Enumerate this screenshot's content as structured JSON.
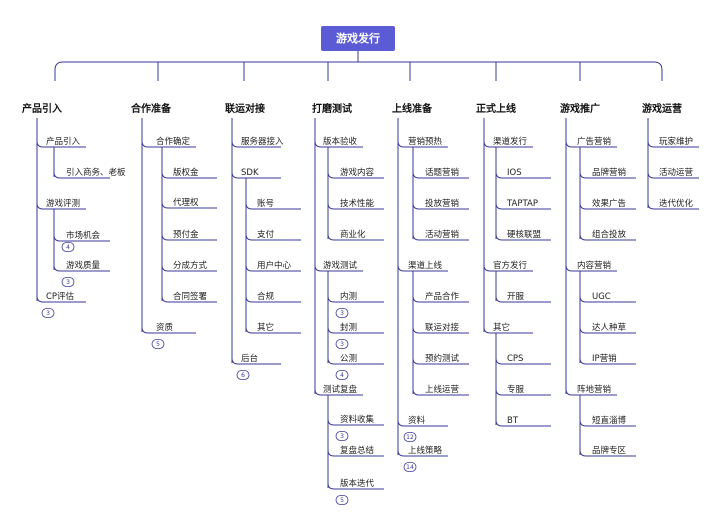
{
  "root": "游戏发行",
  "branches": [
    {
      "label": "产品引入",
      "items": [
        {
          "label": "产品引入",
          "children": [
            {
              "label": "引入商务、老板"
            }
          ]
        },
        {
          "label": "游戏评测",
          "children": [
            {
              "label": "市场机会",
              "badge": "4"
            },
            {
              "label": "游戏质量",
              "badge": "3"
            }
          ]
        },
        {
          "label": "CP评估",
          "badge": "3"
        }
      ]
    },
    {
      "label": "合作准备",
      "items": [
        {
          "label": "合作确定",
          "children": [
            {
              "label": "版权金"
            },
            {
              "label": "代理权"
            },
            {
              "label": "预付金"
            },
            {
              "label": "分成方式"
            },
            {
              "label": "合同签署"
            }
          ]
        },
        {
          "label": "资质",
          "badge": "5"
        }
      ]
    },
    {
      "label": "联运对接",
      "items": [
        {
          "label": "服务器接入"
        },
        {
          "label": "SDK",
          "children": [
            {
              "label": "账号"
            },
            {
              "label": "支付"
            },
            {
              "label": "用户中心"
            },
            {
              "label": "合规"
            },
            {
              "label": "其它"
            }
          ]
        },
        {
          "label": "后台",
          "badge": "6"
        }
      ]
    },
    {
      "label": "打磨测试",
      "items": [
        {
          "label": "版本验收",
          "children": [
            {
              "label": "游戏内容"
            },
            {
              "label": "技术性能"
            },
            {
              "label": "商业化"
            }
          ]
        },
        {
          "label": "游戏测试",
          "children": [
            {
              "label": "内测",
              "badge": "3"
            },
            {
              "label": "封测",
              "badge": "3"
            },
            {
              "label": "公测",
              "badge": "4"
            }
          ]
        },
        {
          "label": "测试复盘",
          "children": [
            {
              "label": "资料收集",
              "badge": "3"
            },
            {
              "label": "复盘总结"
            },
            {
              "label": "版本迭代",
              "badge": "5"
            }
          ]
        }
      ]
    },
    {
      "label": "上线准备",
      "items": [
        {
          "label": "营销预热",
          "children": [
            {
              "label": "话题营销"
            },
            {
              "label": "投放营销"
            },
            {
              "label": "活动营销"
            }
          ]
        },
        {
          "label": "渠道上线",
          "children": [
            {
              "label": "产品合作"
            },
            {
              "label": "联运对接"
            },
            {
              "label": "预约测试"
            },
            {
              "label": "上线运营"
            }
          ]
        },
        {
          "label": "资料",
          "badge": "12"
        },
        {
          "label": "上线策略",
          "badge": "14"
        }
      ]
    },
    {
      "label": "正式上线",
      "items": [
        {
          "label": "渠道发行",
          "children": [
            {
              "label": "IOS"
            },
            {
              "label": "TAPTAP"
            },
            {
              "label": "硬核联盟"
            }
          ]
        },
        {
          "label": "官方发行",
          "children": [
            {
              "label": "开服"
            }
          ]
        },
        {
          "label": "其它",
          "children": [
            {
              "label": "CPS"
            },
            {
              "label": "专服"
            },
            {
              "label": "BT"
            }
          ]
        }
      ]
    },
    {
      "label": "游戏推广",
      "items": [
        {
          "label": "广告营销",
          "children": [
            {
              "label": "品牌营销"
            },
            {
              "label": "效果广告"
            },
            {
              "label": "组合投放"
            }
          ]
        },
        {
          "label": "内容营销",
          "children": [
            {
              "label": "UGC"
            },
            {
              "label": "达人种草"
            },
            {
              "label": "IP营销"
            }
          ]
        },
        {
          "label": "阵地营销",
          "children": [
            {
              "label": "短直淄博"
            },
            {
              "label": "品牌专区"
            }
          ]
        }
      ]
    },
    {
      "label": "游戏运营",
      "items": [
        {
          "label": "玩家维护"
        },
        {
          "label": "活动运营"
        },
        {
          "label": "迭代优化"
        }
      ]
    }
  ],
  "colors": {
    "accent": "#5b5bd6",
    "line": "#3a3a9a",
    "text": "#222222"
  }
}
